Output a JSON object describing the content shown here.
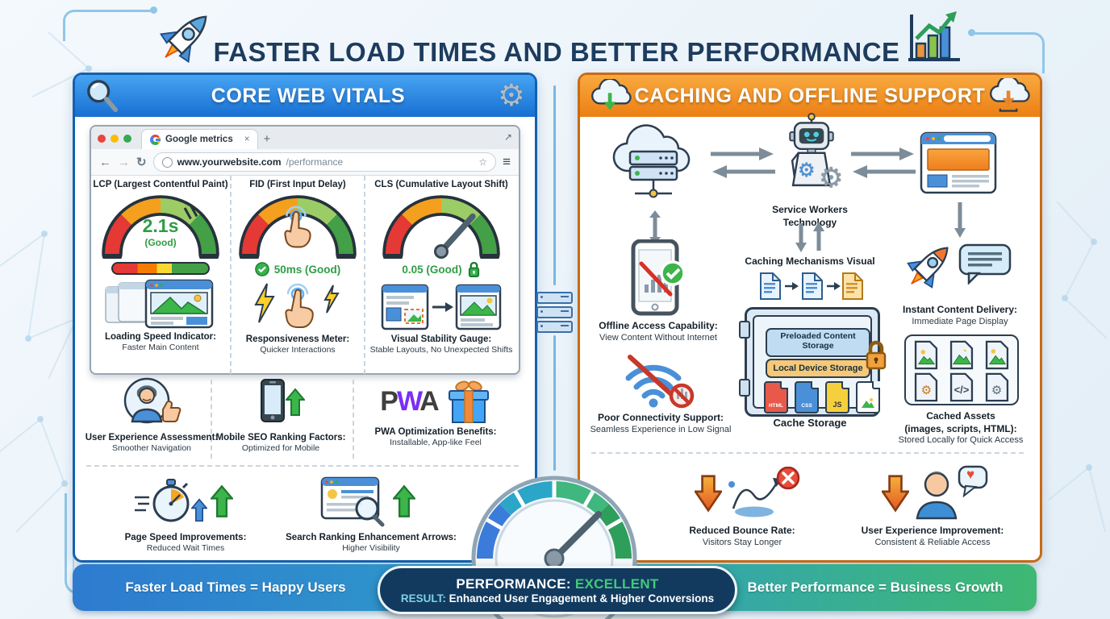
{
  "header": {
    "title": "FASTER LOAD TIMES AND BETTER PERFORMANCE"
  },
  "glyphs": {
    "back": "←",
    "forward": "→",
    "reload": "↻",
    "star": "☆",
    "menu": "≡",
    "close": "×",
    "new_tab": "+",
    "expand": "↗",
    "gear": "⚙",
    "heart": "♥",
    "code": "</>"
  },
  "left_panel": {
    "title": "CORE WEB VITALS",
    "browser": {
      "tab_title": "Google metrics",
      "url_host": "www.yourwebsite.com",
      "url_path": "/performance"
    },
    "metrics": [
      {
        "label": "LCP (Largest Contentful Paint)",
        "value": "2.1s",
        "status": "(Good)"
      },
      {
        "label": "FID (First Input Delay)",
        "value": "50ms (Good)"
      },
      {
        "label": "CLS (Cumulative Layout Shift)",
        "value": "0.05 (Good)"
      }
    ],
    "indicators": [
      {
        "title": "Loading Speed Indicator:",
        "subtitle": "Faster Main Content"
      },
      {
        "title": "Responsiveness Meter:",
        "subtitle": "Quicker Interactions"
      },
      {
        "title": "Visual Stability Gauge:",
        "subtitle": "Stable Layouts, No Unexpected Shifts"
      }
    ],
    "benefits": [
      {
        "title": "User Experience Assessment:",
        "subtitle": "Smoother Navigation"
      },
      {
        "title": "Mobile SEO Ranking Factors:",
        "subtitle": "Optimized for Mobile"
      },
      {
        "title": "PWA Optimization Benefits:",
        "subtitle": "Installable, App-like Feel"
      }
    ],
    "pwa": {
      "p": "P",
      "w": "W",
      "a": "A"
    },
    "improvements": [
      {
        "title": "Page Speed Improvements:",
        "subtitle": "Reduced Wait Times"
      },
      {
        "title": "Search Ranking Enhancement Arrows:",
        "subtitle": "Higher Visibility"
      }
    ]
  },
  "right_panel": {
    "title": "CACHING AND OFFLINE SUPPORT",
    "service_workers": {
      "line1": "Service Workers",
      "line2": "Technology"
    },
    "caching_title": "Caching Mechanisms Visual",
    "cache_box": {
      "preloaded": "Preloaded Content Storage",
      "local": "Local Device Storage",
      "file_html": "HTML",
      "file_css": "CSS",
      "file_js": "JS",
      "caption": "Cache Storage"
    },
    "offline": {
      "title": "Offline Access Capability:",
      "subtitle": "View Content Without Internet"
    },
    "poor": {
      "title": "Poor Connectivity Support:",
      "subtitle": "Seamless Experience in Low Signal"
    },
    "instant": {
      "title": "Instant Content Delivery:",
      "subtitle": "Immediate Page Display"
    },
    "assets": {
      "title": "Cached Assets",
      "title2": "(images, scripts, HTML):",
      "subtitle": "Stored Locally for Quick Access"
    },
    "bounce": {
      "title": "Reduced Bounce Rate:",
      "subtitle": "Visitors Stay Longer"
    },
    "ux": {
      "title": "User Experience Improvement:",
      "subtitle": "Consistent & Reliable Access"
    }
  },
  "footer": {
    "left": "Faster Load Times = Happy Users",
    "right": "Better Performance = Business Growth",
    "performance_label": "PERFORMANCE:",
    "performance_value": "EXCELLENT",
    "result_label": "RESULT:",
    "result_value": "Enhanced User Engagement & Higher Conversions"
  }
}
